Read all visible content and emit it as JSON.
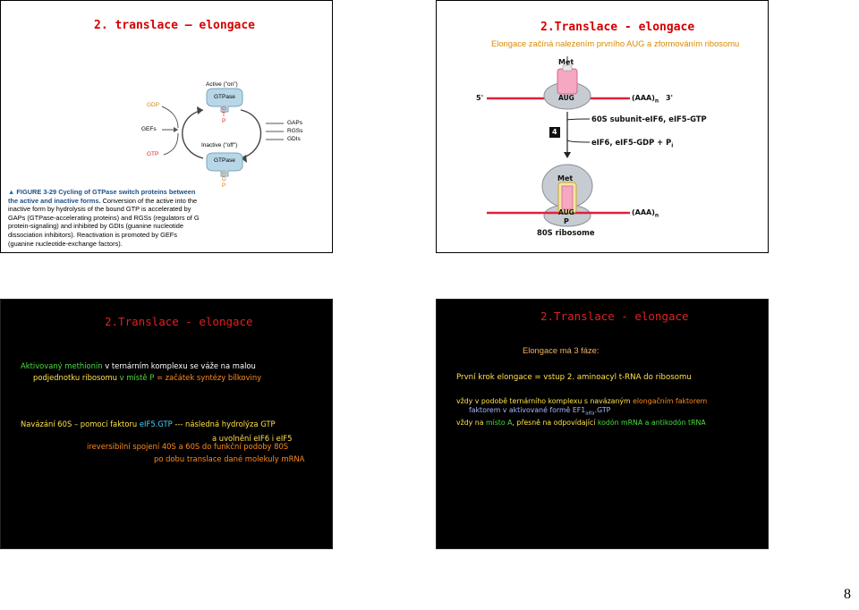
{
  "page_number": "8",
  "slide1": {
    "title": "2. translace – elongace",
    "figure": {
      "active_label": "Active (\"on\")",
      "inactive_label": "Inactive (\"off\")",
      "gtpase_top": "GTPase",
      "gtpase_bottom": "GTPase",
      "gdp_left": "GDP",
      "gefs": "GEFs",
      "gtp_left": "GTP",
      "gaps": "GAPs",
      "rgss": "RGSs",
      "gdis": "GDIs",
      "gtp_vertical": [
        "G",
        "T",
        "P"
      ],
      "gdp_vertical": [
        "G",
        "D",
        "P"
      ]
    },
    "caption_bold": "FIGURE 3-29 Cycling of GTPase switch proteins between the active and inactive forms.",
    "caption_rest": " Conversion of the active into the inactive form by hydrolysis of the bound GTP is accelerated by GAPs (GTPase-accelerating proteins) and RGSs (regulators of G protein-signaling) and inhibited by GDIs (guanine nucleotide dissociation inhibitors). Reactivation is promoted by GEFs (guanine nucleotide-exchange factors)."
  },
  "slide2": {
    "title": "2.Translace - elongace",
    "subtitle": "Elongace začíná nalezením prvního AUG a zformováním ribosomu",
    "figure": {
      "met_top": "Met",
      "five_prime": "5'",
      "aug_top": "AUG",
      "aaa_top": "(AAA)",
      "n_sub": "n",
      "three_prime": "3'",
      "step_number": "4",
      "reaction_in": "60S subunit-eIF6, eIF5-GTP",
      "reaction_out": "eIF6, eIF5-GDP + P",
      "pi_sub": "i",
      "met_bottom": "Met",
      "aug_bottom": "AUG",
      "p_site": "P",
      "aaa_bottom": "(AAA)",
      "ribosome_label": "80S ribosome"
    }
  },
  "slide3": {
    "title": "2.Translace - elongace",
    "line1_a": "Aktivovaný methionin",
    "line1_b": " v ternárním komplexu se váže na malou",
    "line2_a": "podjednotku ribosomu ",
    "line2_b": "v místě P",
    "line2_c": " = začátek syntézy bílkoviny",
    "line3_a": "Navázání 60S – pomocí faktoru ",
    "line3_b": "eIF5.GTP",
    "line3_c": " --- následná hydrolýza GTP",
    "line4": "a uvolnění eIF6 i eIF5",
    "line5": "ireversibilní spojení 40S a 60S do funkční podoby 80S",
    "line6": "po dobu translace dané molekuly mRNA"
  },
  "slide4": {
    "title": "2.Translace - elongace",
    "phases": "Elongace má 3 fáze:",
    "step1": "První krok elongace = vstup 2. aminoacyl t-RNA do ribosomu",
    "line1_a": "vždy v podobě ternárního komplexu s navázaným ",
    "line1_b": "elongačním faktorem",
    "line2_a": "faktorem v aktivované formě EF1",
    "line2_sub": "alfa",
    "line2_b": ".GTP",
    "line3_a": "vždy na ",
    "line3_b": "místo A",
    "line3_c": ", přesně na odpovídající ",
    "line3_d": "kodón mRNA a antikodón tRNA"
  },
  "colors": {
    "title_red": "#d40000",
    "green": "#4ade3e",
    "yellow": "#ffe14a",
    "orange": "#ff8a1c",
    "cyan": "#3fd9ff",
    "subtitle_orange": "#d98a00"
  }
}
